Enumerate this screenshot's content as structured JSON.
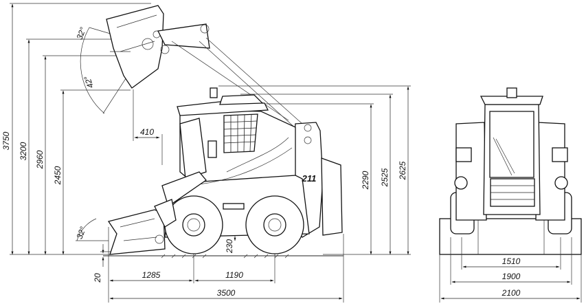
{
  "side_view": {
    "heights": {
      "h3750": "3750",
      "h3200": "3200",
      "h2960": "2960",
      "h2450": "2450",
      "h2290": "2290",
      "h2525": "2525",
      "h2625": "2625"
    },
    "angles": {
      "a32_top": "32°",
      "a42": "42°",
      "a32_bottom": "32°"
    },
    "reach": "410",
    "ground_clearance": "230",
    "bucket_lip": "20",
    "front_overhang": "1285",
    "wheelbase": "1190",
    "overall_length": "3500",
    "model_label": "211"
  },
  "front_view": {
    "track_width": "1510",
    "wheel_width": "1900",
    "overall_width": "2100"
  }
}
